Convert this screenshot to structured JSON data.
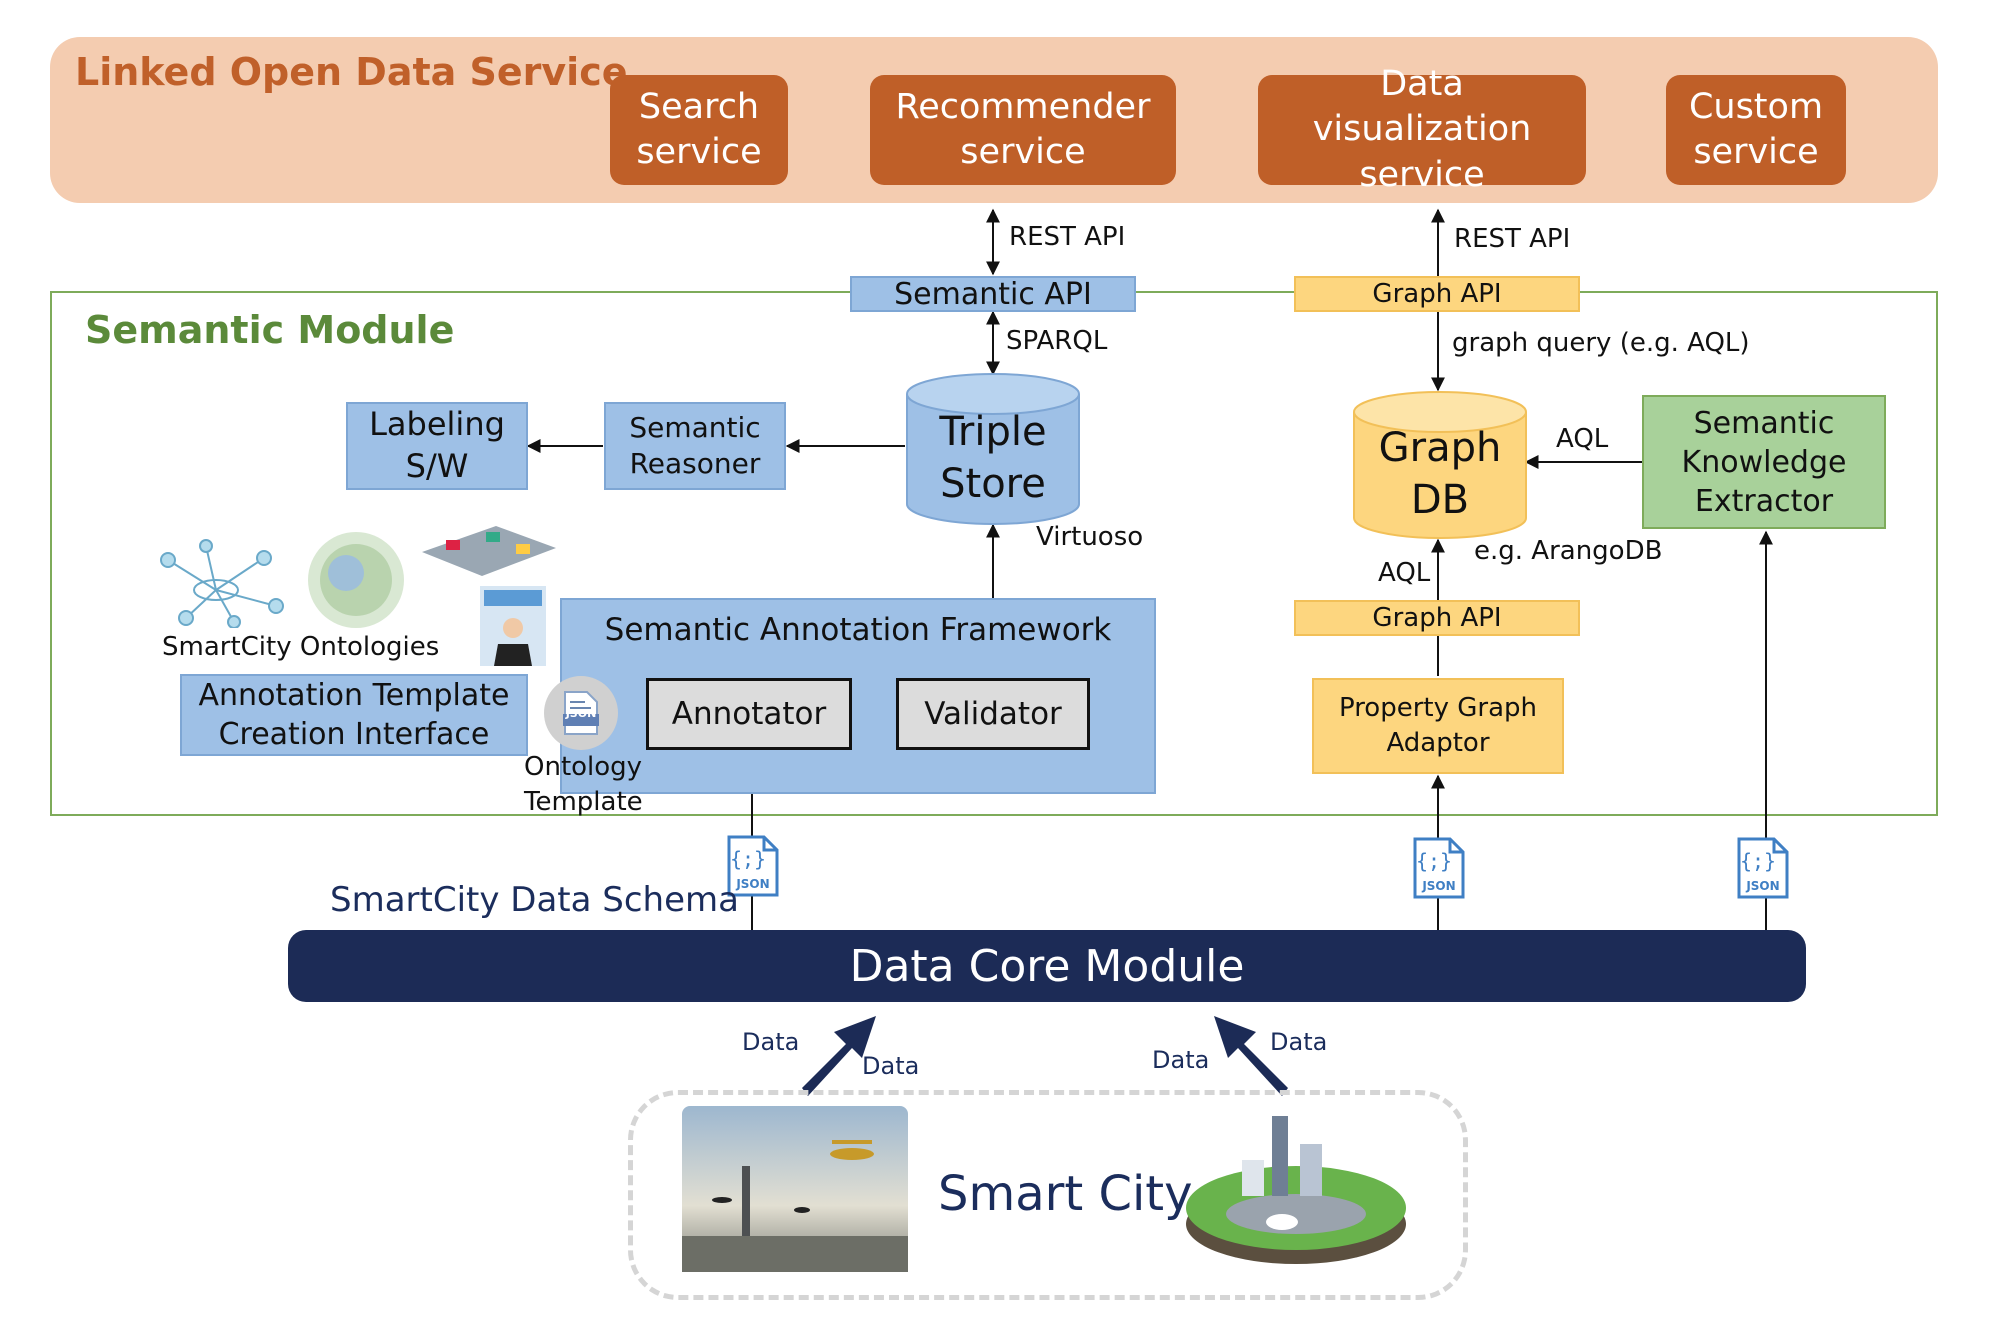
{
  "lod": {
    "title": "Linked Open Data Service",
    "services": [
      "Search\nservice",
      "Recommender\nservice",
      "Data visualization\nservice",
      "Custom\nservice"
    ]
  },
  "semantic": {
    "title": "Semantic Module",
    "semantic_api": "Semantic API",
    "graph_api_top": "Graph API",
    "graph_api_mid": "Graph API",
    "triple_store": "Triple\nStore",
    "virtuoso": "Virtuoso",
    "semantic_reasoner": "Semantic\nReasoner",
    "labeling": "Labeling\nS/W",
    "graph_db": "Graph\nDB",
    "arangodb": "e.g. ArangoDB",
    "knowledge_extractor": "Semantic\nKnowledge\nExtractor",
    "property_adaptor": "Property Graph\nAdaptor",
    "annotation_framework": "Semantic Annotation Framework",
    "annotator": "Annotator",
    "validator": "Validator",
    "template_interface": "Annotation Template\nCreation Interface",
    "ontologies": "SmartCity Ontologies",
    "ontology_template": "Ontology\nTemplate",
    "json_badge": "JSON"
  },
  "edges": {
    "rest_api_1": "REST API",
    "rest_api_2": "REST API",
    "sparql": "SPARQL",
    "graph_query": "graph query (e.g. AQL)",
    "aql_1": "AQL",
    "aql_2": "AQL"
  },
  "schema_label": "SmartCity Data Schema",
  "json_icon": "JSON",
  "data_core": "Data Core Module",
  "data_labels": [
    "Data",
    "Data",
    "Data",
    "Data"
  ],
  "smart_city": "Smart City"
}
